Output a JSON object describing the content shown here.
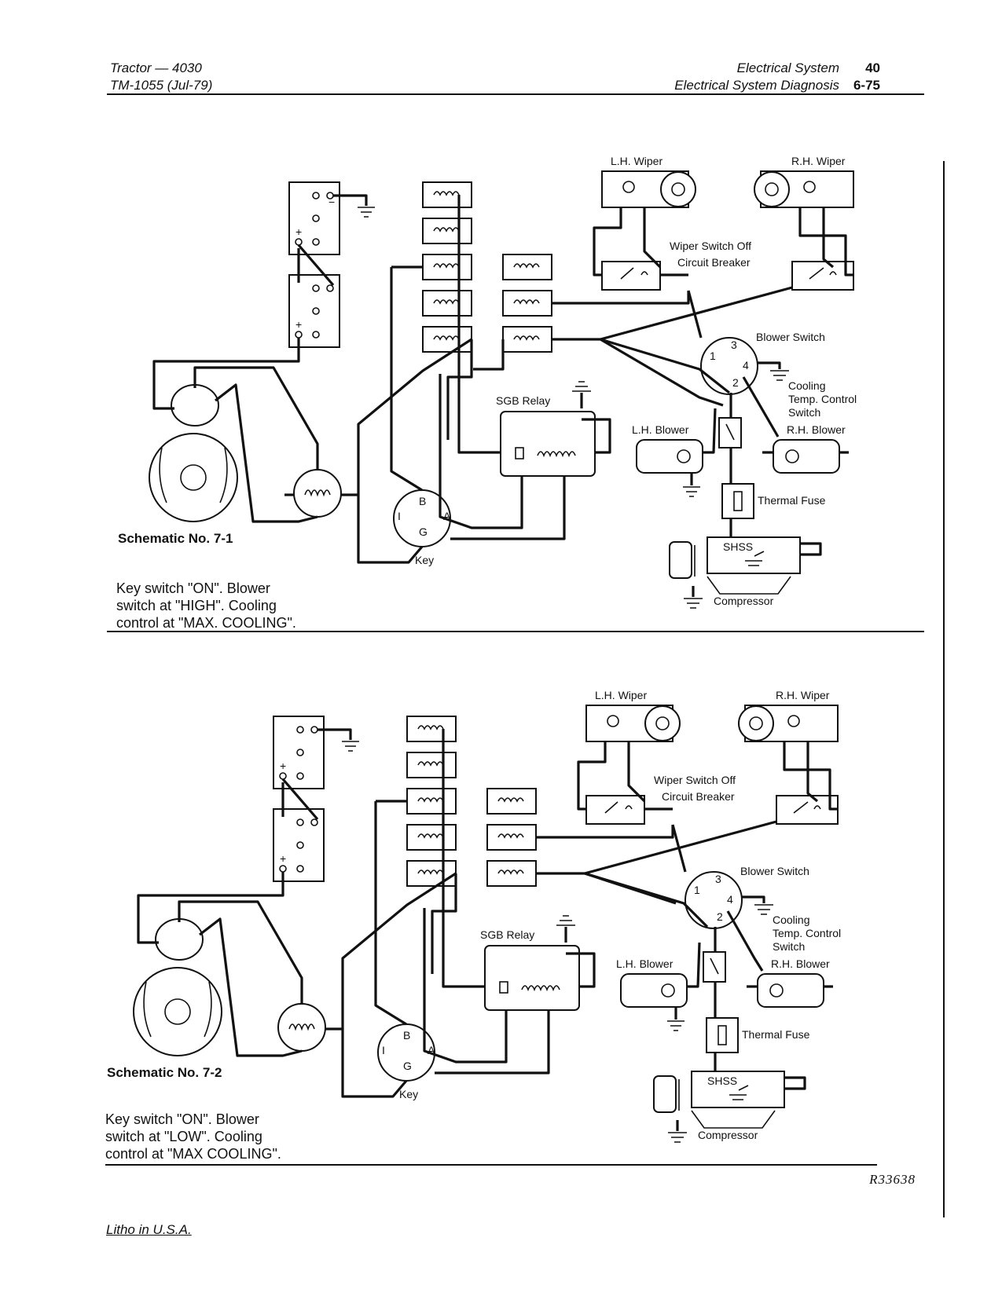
{
  "header": {
    "left_line1": "Tractor — 4030",
    "left_line2": "TM-1055 (Jul-79)",
    "right_line1": "Electrical System",
    "right_line1_num": "40",
    "right_line2": "Electrical System Diagnosis",
    "right_line2_num": "6-75"
  },
  "labels": {
    "lh_wiper": "L.H. Wiper",
    "rh_wiper": "R.H. Wiper",
    "wiper_switch_off": "Wiper Switch Off",
    "circuit_breaker": "Circuit Breaker",
    "blower_switch": "Blower Switch",
    "cooling_temp_1": "Cooling",
    "cooling_temp_2": "Temp. Control",
    "cooling_temp_3": "Switch",
    "sgb_relay": "SGB Relay",
    "lh_blower": "L.H. Blower",
    "rh_blower": "R.H. Blower",
    "thermal_fuse": "Thermal Fuse",
    "shss": "SHSS",
    "compressor": "Compressor",
    "key": "Key"
  },
  "schematics": [
    {
      "title": "Schematic No. 7-1",
      "caption_line1": "Key switch \"ON\". Blower",
      "caption_line2": "switch at \"HIGH\". Cooling",
      "caption_line3": "control at \"MAX. COOLING\"."
    },
    {
      "title": "Schematic No. 7-2",
      "caption_line1": "Key switch \"ON\". Blower",
      "caption_line2": "switch at \"LOW\". Cooling",
      "caption_line3": "control at \"MAX COOLING\"."
    }
  ],
  "figure_id": "R33638",
  "footer": "Litho in U.S.A."
}
